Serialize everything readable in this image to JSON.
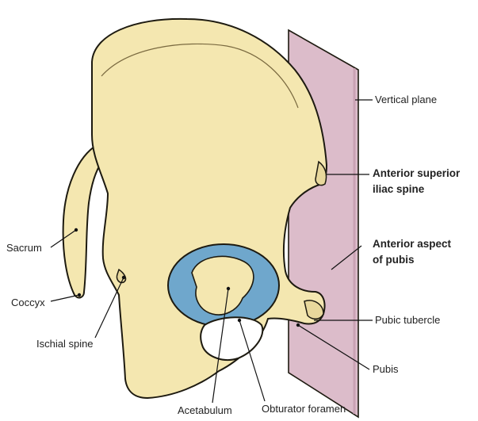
{
  "colors": {
    "bone_fill": "#f4e7b0",
    "bone_outline": "#1d1a10",
    "cartilage_fill": "#6fa7cc",
    "plane_fill": "#dcbcca",
    "leader_line": "#111111"
  },
  "labels": {
    "vertical_plane": "Vertical plane",
    "anterior_superior_iliac_spine_1": "Anterior superior",
    "anterior_superior_iliac_spine_2": "iliac spine",
    "anterior_aspect_of_pubis_1": "Anterior aspect",
    "anterior_aspect_of_pubis_2": "of pubis",
    "pubic_tubercle": "Pubic tubercle",
    "pubis": "Pubis",
    "sacrum": "Sacrum",
    "coccyx": "Coccyx",
    "ischial_spine": "Ischial spine",
    "acetabulum": "Acetabulum",
    "obturator_foramen": "Obturator foramen"
  }
}
